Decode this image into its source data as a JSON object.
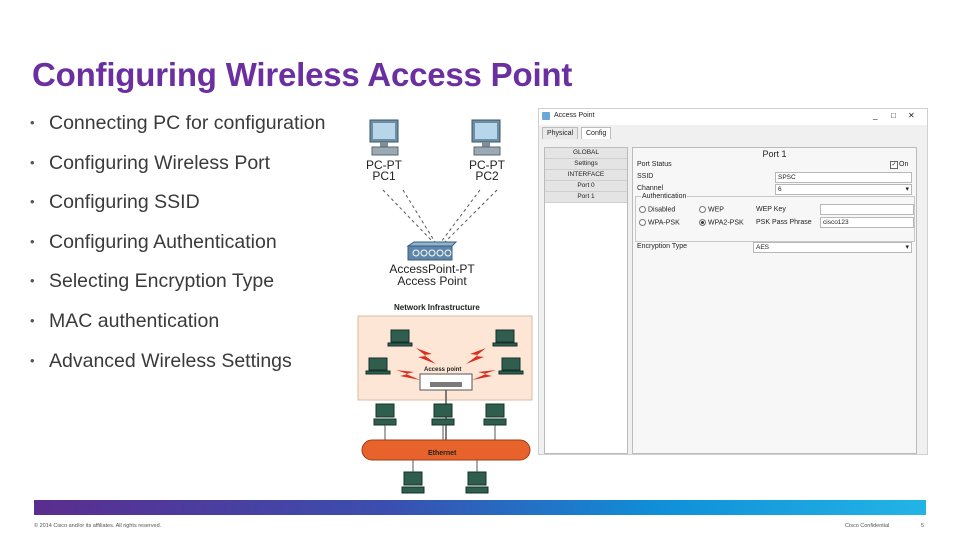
{
  "slide": {
    "title": "Configuring Wireless Access Point",
    "bullets": [
      "Connecting PC for configuration",
      "Configuring Wireless Port",
      "Configuring SSID",
      "Configuring Authentication",
      "Selecting Encryption Type",
      "MAC authentication",
      "Advanced Wireless Settings"
    ]
  },
  "topology": {
    "pc1_label_line1": "PC-PT",
    "pc1_label_line2": "PC1",
    "pc2_label_line1": "PC-PT",
    "pc2_label_line2": "PC2",
    "ap_label_line1": "AccessPoint-PT",
    "ap_label_line2": "Access Point"
  },
  "infra": {
    "title": "Network Infrastructure",
    "ap_label": "Access point",
    "ethernet_label": "Ethernet",
    "colors": {
      "ethernet": "#e8632b",
      "bg": "#fde6d6"
    }
  },
  "config_window": {
    "title": "Access Point",
    "minimize": "_",
    "restore": "□",
    "close": "✕",
    "tabs": [
      "Physical",
      "Config"
    ],
    "sidebar": [
      "GLOBAL",
      "Settings",
      "INTERFACE",
      "Port 0",
      "Port 1"
    ],
    "panel_title": "Port 1",
    "port_status_label": "Port Status",
    "port_status_value": "On",
    "ssid_label": "SSID",
    "ssid_value": "SPSC",
    "channel_label": "Channel",
    "channel_value": "6",
    "auth_label": "Authentication",
    "auth_options": [
      "Disabled",
      "WEP",
      "WPA-PSK",
      "WPA2-PSK"
    ],
    "wep_key_label": "WEP Key",
    "pass_phrase_label": "PSK Pass Phrase",
    "pass_phrase_value": "cisco123",
    "encryption_label": "Encryption Type",
    "encryption_value": "AES"
  },
  "footer": {
    "copyright": "© 2014 Cisco and/or its affiliates. All rights reserved.",
    "confidential": "Cisco Confidential",
    "page_number": "5"
  }
}
